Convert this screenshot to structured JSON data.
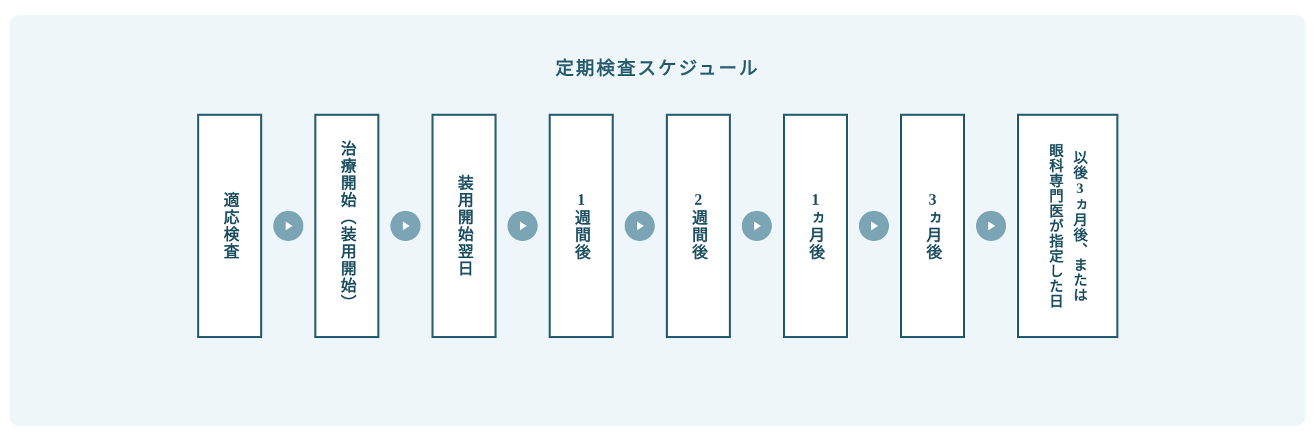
{
  "panel": {
    "title": "定期検査スケジュール",
    "background_color": "#eef6f9",
    "accent_color": "#2a5f71",
    "arrow_color": "#7ba4b4",
    "box_border_color": "#2a5f71",
    "box_fill_color": "#ffffff"
  },
  "flow": {
    "orientation": "horizontal-left-to-right",
    "text_direction": "vertical-rl",
    "arrow_icon_name": "play-triangle-icon",
    "steps": [
      {
        "id": "step-1",
        "label": "適応検査",
        "columns": [
          "適応検査"
        ]
      },
      {
        "id": "step-2",
        "label": "治療開始（装用開始）",
        "columns": [
          "治療開始（装用開始）"
        ]
      },
      {
        "id": "step-3",
        "label": "装用開始翌日",
        "columns": [
          "装用開始翌日"
        ]
      },
      {
        "id": "step-4",
        "label": "1週間後",
        "columns": [
          "1週間後"
        ]
      },
      {
        "id": "step-5",
        "label": "2週間後",
        "columns": [
          "2週間後"
        ]
      },
      {
        "id": "step-6",
        "label": "1ヵ月後",
        "columns": [
          "1ヵ月後"
        ]
      },
      {
        "id": "step-7",
        "label": "3ヵ月後",
        "columns": [
          "3ヵ月後"
        ]
      },
      {
        "id": "step-8",
        "label": "以後3ヵ月後、または眼科専門医が指定した日",
        "columns": [
          "以後3ヵ月後、または",
          "眼科専門医が指定した日"
        ]
      }
    ],
    "arrows": [
      {
        "id": "arrow-1"
      },
      {
        "id": "arrow-2"
      },
      {
        "id": "arrow-3"
      },
      {
        "id": "arrow-4"
      },
      {
        "id": "arrow-5"
      },
      {
        "id": "arrow-6"
      },
      {
        "id": "arrow-7"
      }
    ]
  }
}
